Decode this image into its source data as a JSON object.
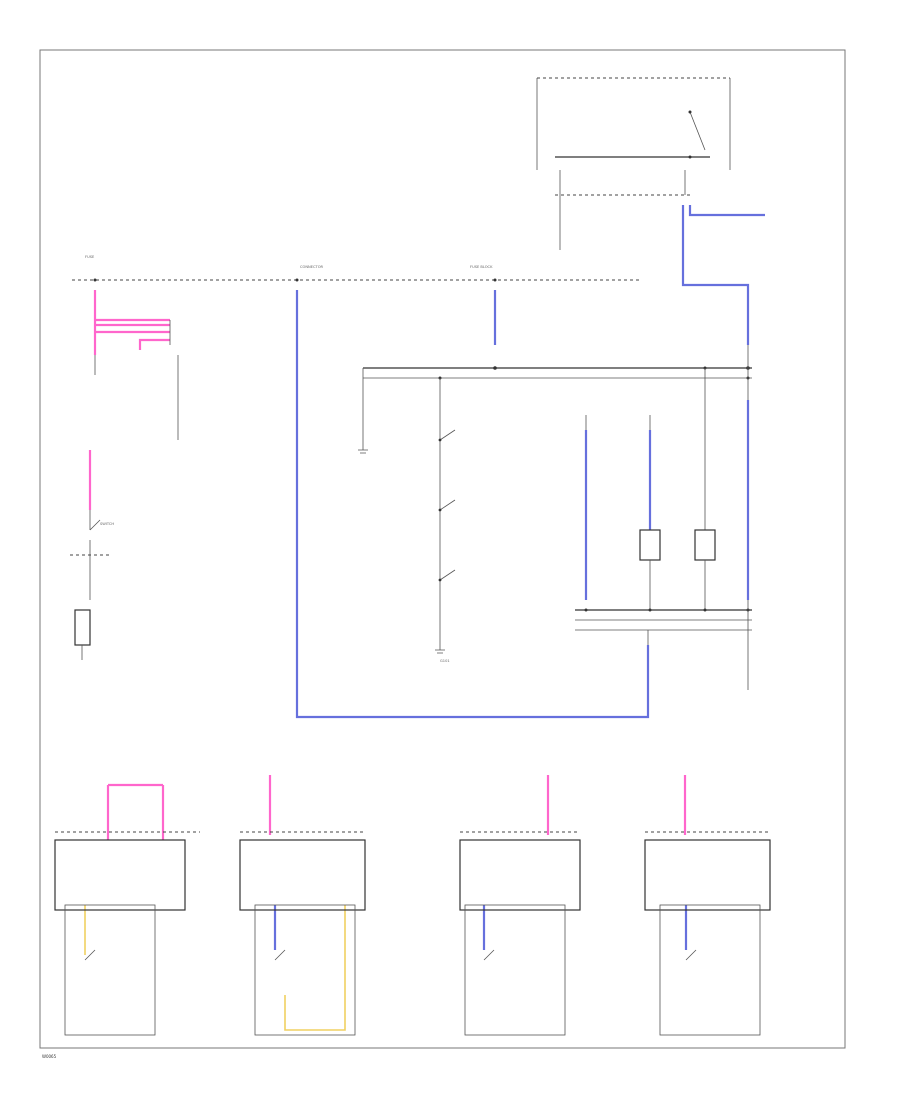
{
  "footer": {
    "code": "W0065"
  },
  "labels": {
    "fuse_top": "FUSE",
    "fuse_body": "FUSE BLOCK",
    "switch": "SWITCH",
    "connector": "CONNECTOR",
    "ground": "G101"
  }
}
